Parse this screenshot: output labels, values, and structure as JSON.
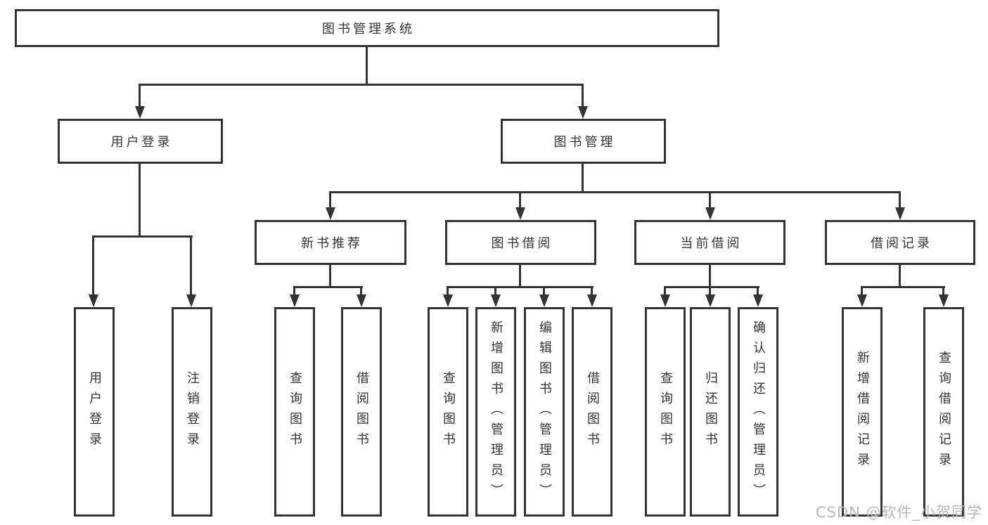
{
  "diagram_title": "图书管理系统",
  "nodes": {
    "root": {
      "label": "图书管理系统"
    },
    "user_login": {
      "label": "用户登录"
    },
    "book_management": {
      "label": "图书管理"
    },
    "new_book_recommend": {
      "label": "新书推荐"
    },
    "book_borrowing": {
      "label": "图书借阅"
    },
    "current_borrowing": {
      "label": "当前借阅"
    },
    "borrowing_records": {
      "label": "借阅记录"
    },
    "leaf_user_login": {
      "label": "用户登录"
    },
    "leaf_logout": {
      "label": "注销登录"
    },
    "leaf_query_books_recommend": {
      "label": "查询图书"
    },
    "leaf_borrow_books_recommend": {
      "label": "借阅图书"
    },
    "leaf_query_books_borrowing": {
      "label": "查询图书"
    },
    "leaf_add_books_admin": {
      "label": "新增图书（管理员）"
    },
    "leaf_edit_books_admin": {
      "label": "编辑图书（管理员）"
    },
    "leaf_borrow_books_borrowing": {
      "label": "借阅图书"
    },
    "leaf_query_books_current": {
      "label": "查询图书"
    },
    "leaf_return_books": {
      "label": "归还图书"
    },
    "leaf_confirm_return_admin": {
      "label": "确认归还（管理员）"
    },
    "leaf_add_borrow_record": {
      "label": "新增借阅记录"
    },
    "leaf_query_borrow_record": {
      "label": "查询借阅记录"
    }
  },
  "hierarchy": {
    "图书管理系统": [
      "用户登录",
      "图书管理"
    ],
    "用户登录": [
      "用户登录",
      "注销登录"
    ],
    "图书管理": [
      "新书推荐",
      "图书借阅",
      "当前借阅",
      "借阅记录"
    ],
    "新书推荐": [
      "查询图书",
      "借阅图书"
    ],
    "图书借阅": [
      "查询图书",
      "新增图书（管理员）",
      "编辑图书（管理员）",
      "借阅图书"
    ],
    "当前借阅": [
      "查询图书",
      "归还图书",
      "确认归还（管理员）"
    ],
    "借阅记录": [
      "新增借阅记录",
      "查询借阅记录"
    ]
  },
  "watermark": {
    "text": "CSDN @软件_小贺同学"
  },
  "colors": {
    "line": "#333333",
    "node_border": "#333333",
    "text": "#333333",
    "watermark_text": "#b8b8b8",
    "background": "#ffffff"
  }
}
